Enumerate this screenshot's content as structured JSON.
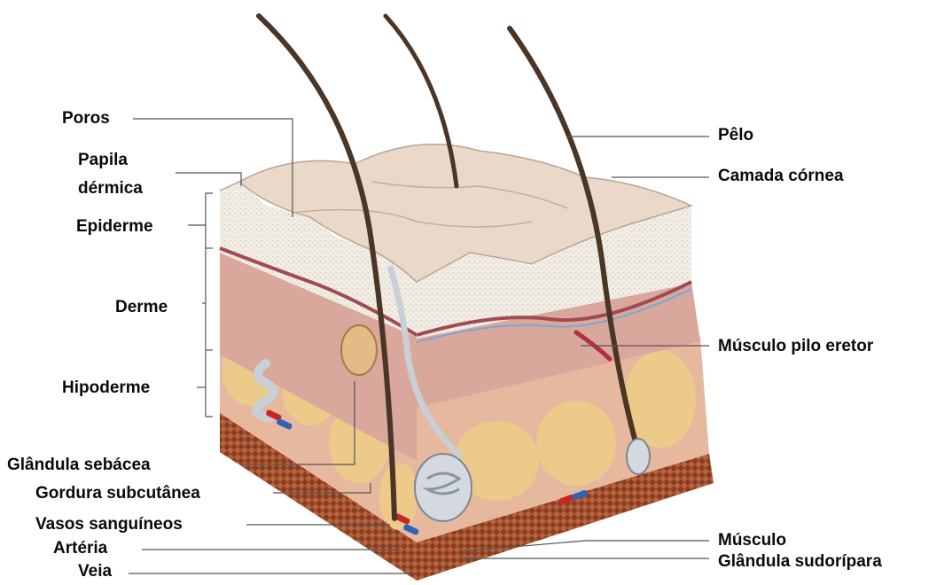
{
  "labels": {
    "poros": "Poros",
    "papila_1": "Papila",
    "papila_2": "dérmica",
    "epiderme": "Epiderme",
    "derme": "Derme",
    "hipoderme": "Hipoderme",
    "glandula_sebacea": "Glândula sebácea",
    "gordura_subcutanea": "Gordura subcutânea",
    "vasos_sanguineos": "Vasos sanguíneos",
    "arteria": "Artéria",
    "veia": "Veia",
    "pelo": "Pêlo",
    "camada_cornea": "Camada córnea",
    "musculo_pilo_eretor": "Músculo pilo eretor",
    "musculo": "Músculo",
    "glandula_sudoripara": "Glândula sudorípara"
  },
  "colors": {
    "surface": "#ead9c9",
    "epidermis": "#eee8df",
    "dermis": "#d9a79b",
    "dermis_line": "#a24a52",
    "fat": "#eccb8a",
    "muscle": "#8b3d22",
    "hair": "#4a3526",
    "gland": "#c9cfd6",
    "artery": "#c62828",
    "vein": "#2d64b8",
    "leader": "#555555"
  }
}
